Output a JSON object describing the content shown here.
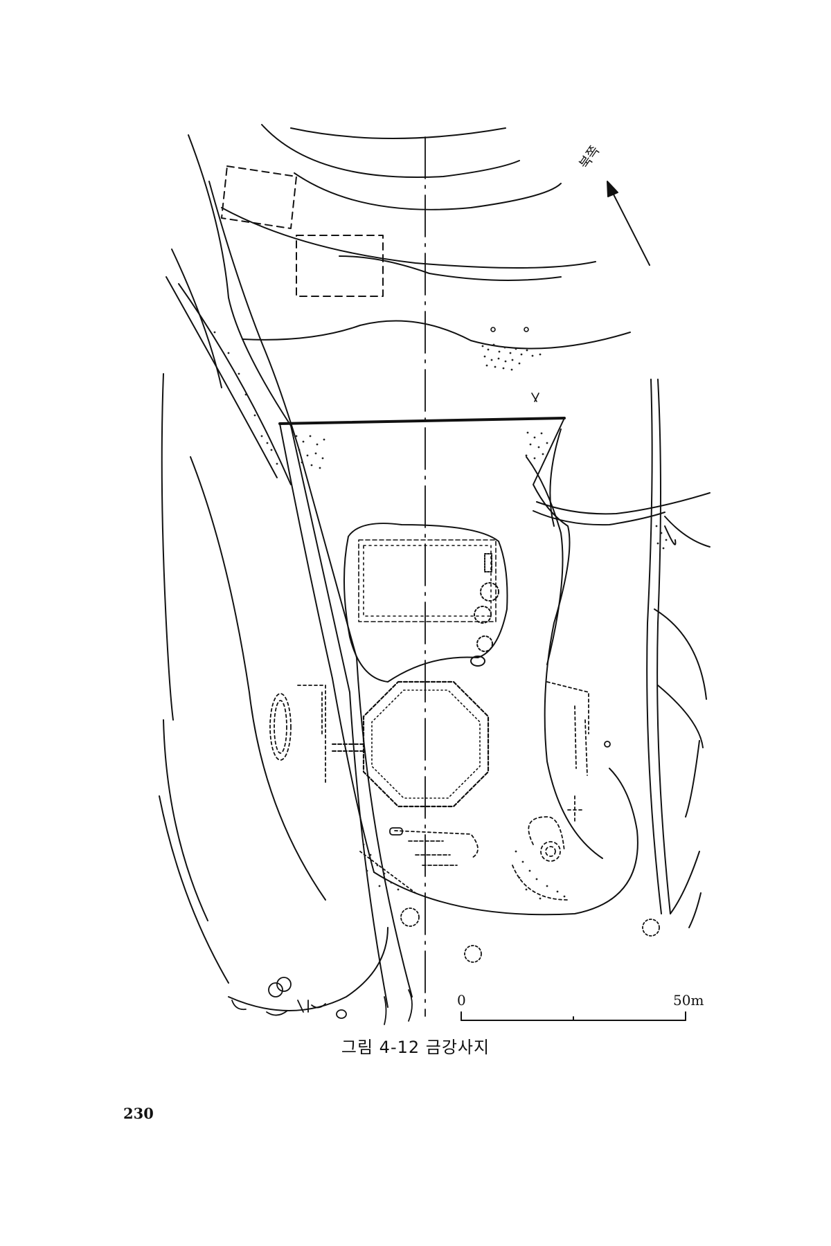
{
  "figure": {
    "north_label": "북쪽",
    "scale_bar": {
      "start_label": "0",
      "end_label": "50m"
    },
    "caption": "그림 4-12  금강사지"
  },
  "page": {
    "number": "230"
  }
}
